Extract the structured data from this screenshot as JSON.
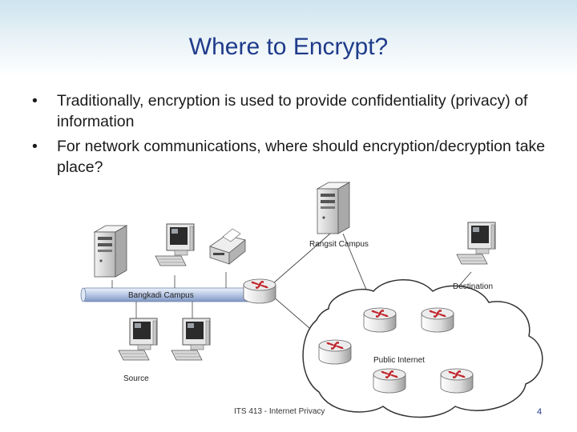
{
  "slide": {
    "title": "Where to Encrypt?",
    "bullet_glyph": "•",
    "bullets": [
      "Traditionally, encryption is used to provide confidentiality (privacy) of information",
      "For network communications, where should encryption/decryption take place?"
    ]
  },
  "diagram": {
    "labels": {
      "rangsit": "Rangsit Campus",
      "destination": "Destination",
      "bangkadi": "Bangkadi Campus",
      "public_internet": "Public Internet",
      "source": "Source"
    }
  },
  "footer": {
    "text": "ITS 413 - Internet Privacy",
    "page_number": "4"
  },
  "colors": {
    "title": "#1f3b8a",
    "router": "#c1272d",
    "lan_bar": "#9fb4d8"
  }
}
